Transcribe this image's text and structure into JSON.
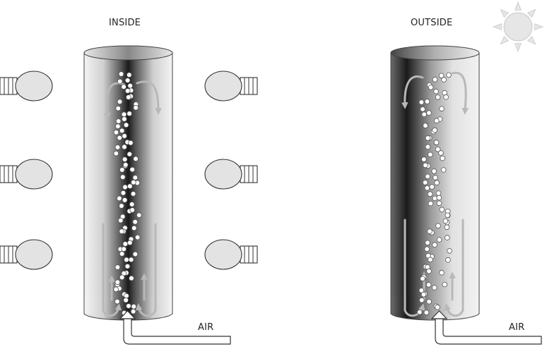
{
  "labels": {
    "inside": "INSIDE",
    "outside": "OUTSIDE",
    "air_left": "AIR",
    "air_right": "AIR"
  },
  "icons": {
    "sun": "sun-icon",
    "lamp": "light-bulb-icon",
    "arrow": "circulation-arrow-icon"
  },
  "colors": {
    "tube_dark": "#000000",
    "tube_light": "#ffffff",
    "bulb_fill": "#e3e3e3",
    "sun_fill": "#e6e6e6",
    "arrow_gray": "#b8b8b8",
    "stroke": "#333333"
  }
}
